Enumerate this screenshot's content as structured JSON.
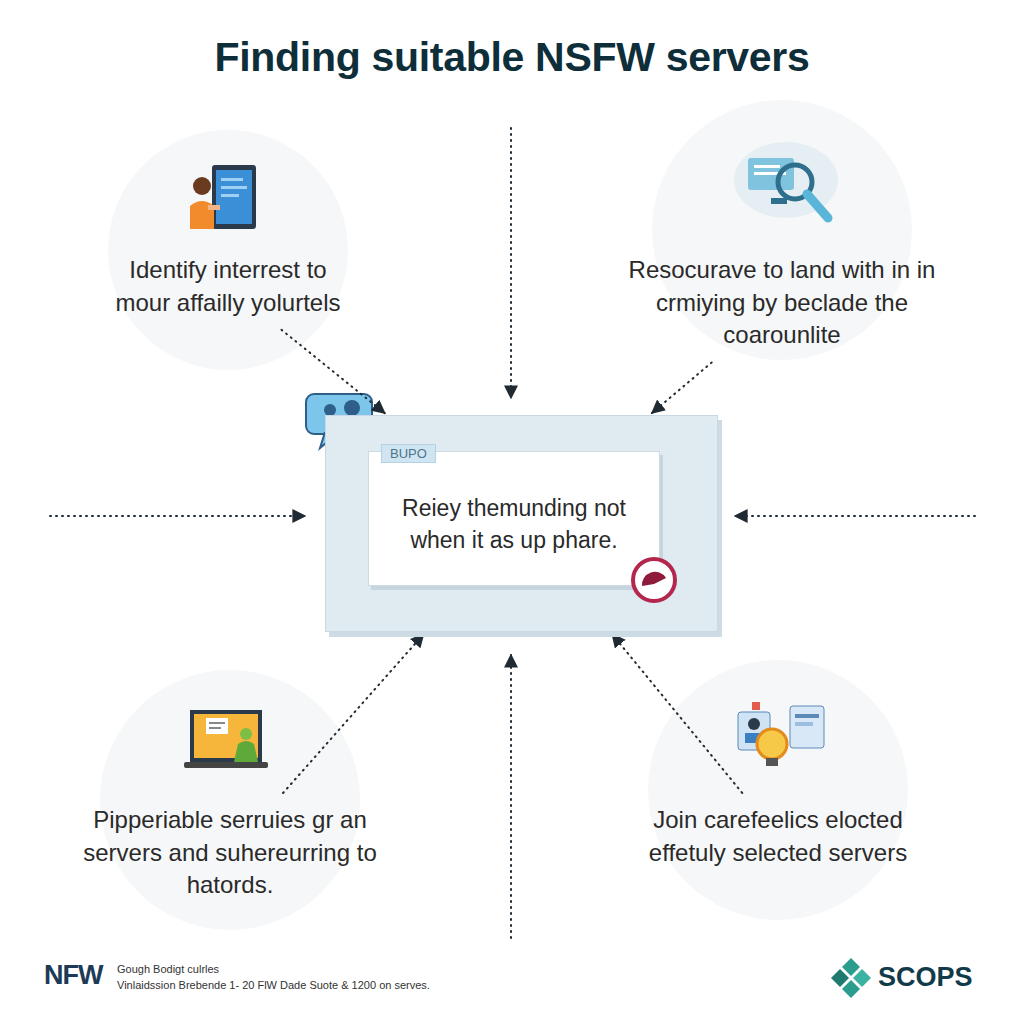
{
  "diagram": {
    "title": "Finding suitable NSFW servers",
    "nodes": [
      {
        "text": [
          "Identify interrest to mour affailly yolurtels"
        ]
      },
      {
        "text": [
          "Resocurave to land with in in crmiying by beclade the coarounlite"
        ]
      },
      {
        "text": [
          "BUPO",
          "Reiey themunding not when it as up phare."
        ]
      },
      {
        "text": [
          "Pipperiable serruies gr an servers and suhereurring to hatords."
        ]
      },
      {
        "text": [
          "Join carefeelics elocted effetuly selected servers"
        ]
      }
    ],
    "edges": [
      {
        "from": 0,
        "to": 2,
        "arrow": "to"
      },
      {
        "from": 1,
        "to": 2,
        "arrow": "to"
      },
      {
        "from": 3,
        "to": 2,
        "arrow": "to"
      },
      {
        "from": 4,
        "to": 2,
        "arrow": "to"
      }
    ],
    "labels": [
      "NFW",
      "Gough Bodigt culrles",
      "Vinlaidssion Brebende 1- 20 FlW Dade Suote & 1200 on serves.",
      "SCOPS"
    ]
  }
}
